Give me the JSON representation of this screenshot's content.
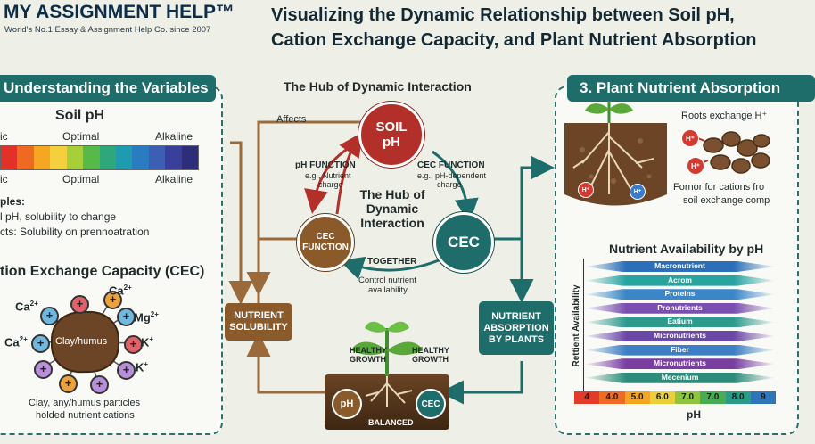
{
  "header": {
    "brand": "MY ASSIGNMENT HELP™",
    "tagline": "World's No.1 Essay & Assignment Help Co. since 2007",
    "title_line1": "Visualizing the Dynamic Relationship between Soil pH,",
    "title_line2": "Cation Exchange Capacity, and Plant Nutrient Absorption"
  },
  "left": {
    "heading": "Understanding the Variables",
    "ph_title": "Soil pH",
    "scale_top": [
      "ic",
      "Optimal",
      "Alkaline"
    ],
    "scale_bottom": [
      "ic",
      "Optimal",
      "Alkaline"
    ],
    "scale_colors": [
      "#e3312a",
      "#ee6a22",
      "#f5a623",
      "#f4d03f",
      "#a6cf3a",
      "#58b94b",
      "#2ea87a",
      "#1f9bb0",
      "#2a7cc0",
      "#3d5fb3",
      "#3b3f9c",
      "#2d2d7a"
    ],
    "examples_label": "ples:",
    "examples_line1": "l pH, solubility to change",
    "examples_line2": "cts: Solubility on prennoatration",
    "cec_title": "tion Exchange Capacity (CEC)",
    "particle_label": "Clay/humus",
    "cations": [
      {
        "text": "Ca",
        "sup": "2+"
      },
      {
        "text": "Ca",
        "sup": "2+"
      },
      {
        "text": "Mg",
        "sup": "2+"
      },
      {
        "text": "Ca",
        "sup": "2+"
      },
      {
        "text": "K",
        "sup": "+"
      },
      {
        "text": "K",
        "sup": "+"
      }
    ],
    "caption_line1": "Clay, any/humus particles",
    "caption_line2": "holded nutrient cations"
  },
  "center": {
    "heading": "The Hub of Dynamic Interaction",
    "soil_ph": [
      "SOIL",
      "pH"
    ],
    "cec": "CEC",
    "cec_function": [
      "CEC",
      "FUNCTION"
    ],
    "nutrient_solubility": [
      "NUTRIENT",
      "SOLUBILITY"
    ],
    "absorption": [
      "NUTRIENT",
      "ABSORPTION",
      "BY PLANTS"
    ],
    "affects": "Affects",
    "ph_function_label": "pH FUNCTION",
    "ph_function_sub": [
      "e.g., Nutrient",
      "charge"
    ],
    "cec_function_label": "CEC FUNCTION",
    "cec_function_sub": [
      "e.g., pH-dependent",
      "charge"
    ],
    "hub_text": [
      "The Hub of",
      "Dynamic",
      "Interaction"
    ],
    "together": "TOGETHER",
    "control": [
      "Control nutrient",
      "availability"
    ],
    "healthy_left": [
      "HEALTHY",
      "GROWTH"
    ],
    "healthy_right": [
      "HEALTHY",
      "GROWTH"
    ],
    "balanced": "BALANCED",
    "soil_ph_small": "pH",
    "soil_cec_small": "CEC"
  },
  "right": {
    "heading": "3. Plant Nutrient Absorption",
    "roots_exchange": "Roots exchange H⁺",
    "h_ion": "H⁺",
    "fornor_line1": "Fornor for cations fro",
    "fornor_line2": "soil exchange comp",
    "avail_title": "Nutrient Availability by pH",
    "ylabel": "Rettient Availability",
    "xlabel": "pH",
    "bars": [
      {
        "label": "Macronutrient",
        "color": "#2b6fb8"
      },
      {
        "label": "Acrom",
        "color": "#27a3a0"
      },
      {
        "label": "Proteins",
        "color": "#3a86c8"
      },
      {
        "label": "Pronutrients",
        "color": "#7a4fb0"
      },
      {
        "label": "Eatium",
        "color": "#2e9a8e"
      },
      {
        "label": "Micronutrients",
        "color": "#6a48a8"
      },
      {
        "label": "Fiber",
        "color": "#3c7fc4"
      },
      {
        "label": "Micronutrients",
        "color": "#7a3ea3"
      },
      {
        "label": "Mecenium",
        "color": "#2e8c7a"
      }
    ],
    "ticks": [
      "4",
      "4.0",
      "5.0",
      "6.0",
      "7.0",
      "7.0",
      "8.0",
      "9"
    ],
    "tick_colors": [
      "#e33a2a",
      "#ef6a23",
      "#f3a421",
      "#e9cf3a",
      "#8fc43f",
      "#46ad55",
      "#2a9b86",
      "#2f76b8"
    ]
  },
  "colors": {
    "teal": "#1f6d6a",
    "brown": "#8a5a2b",
    "red": "#b3302a"
  }
}
